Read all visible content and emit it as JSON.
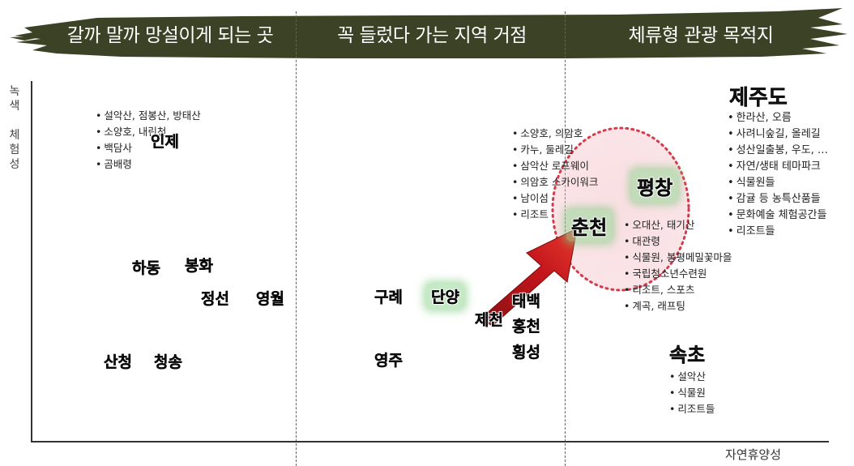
{
  "header": {
    "titles": [
      "갈까 말까 망설이게 되는 곳",
      "꼭 들렀다 가는 지역 거점",
      "체류형 관광 목적지"
    ],
    "color": "#3b4225"
  },
  "axes": {
    "y_label_chars": [
      "녹",
      "색",
      "",
      "체",
      "험",
      "성"
    ],
    "x_label": "자연휴양성"
  },
  "regions": {
    "inje": "인제",
    "hadong": "하동",
    "bonghwa": "봉화",
    "jeongseon": "정선",
    "yeongwol": "영월",
    "sancheong": "산청",
    "cheongsong": "청송",
    "gurye": "구례",
    "danyang": "단양",
    "taebaek": "태백",
    "jecheon": "제천",
    "hongcheon": "홍천",
    "yeongju": "영주",
    "hoengseong": "횡성",
    "pyeongchang": "평창",
    "chuncheon": "춘천",
    "jeju": "제주도",
    "sokcho": "속초"
  },
  "lists": {
    "inje": [
      "설악산, 점봉산, 방태산",
      "소양호, 내린천",
      "백담사",
      "곰배령"
    ],
    "chuncheon": [
      "소양호, 의암호",
      "카누, 둘레길",
      "삼악산 로프웨이",
      "의암호 스카이워크",
      "남이섬",
      "리조트"
    ],
    "pyeongchang": [
      "오대산, 태기산",
      "대관령",
      "식물원, 봉평메밀꽃마을",
      "국립청소년수련원",
      "리조트, 스포츠",
      "계곡, 래프팅"
    ],
    "jeju": [
      "한라산, 오름",
      "사려니숲길, 올레길",
      "성산일출봉, 우도, …",
      "자연/생태 테마파크",
      "식물원들",
      "감귤 등 농특산품들",
      "문화예술 체험공간들",
      "리조트들"
    ],
    "sokcho": [
      "설악산",
      "식물원",
      "리조트들"
    ]
  },
  "colors": {
    "arrow": "#c4161c",
    "circle": "#d63a4a",
    "highlight": "#8fd18f"
  }
}
